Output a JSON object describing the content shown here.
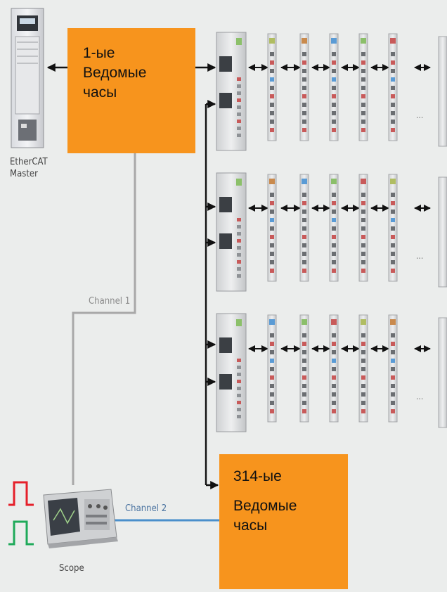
{
  "master_label_line1": "EtherCAT",
  "master_label_line2": "Master",
  "channel1_label": "Channel 1",
  "channel2_label": "Channel 2",
  "scope_label": "Scope",
  "ellipsis": "...",
  "callout_top": {
    "line1": "1-ые",
    "line2": "Ведомые",
    "line3": "часы"
  },
  "callout_bottom": {
    "line1": "314-ые",
    "line2": "Ведомые",
    "line3": "часы"
  },
  "colors": {
    "callout": "#f7941d",
    "channel1": "#a8a8a8",
    "channel2": "#4a8fcb",
    "pulse_red": "#e5202a",
    "pulse_green": "#1faa5a",
    "background": "#ebedec"
  },
  "icons": [
    "ethercat-master-pc-icon",
    "ethercat-coupler-icon",
    "io-terminal-icon",
    "oscilloscope-icon",
    "square-pulse-icon"
  ],
  "diagram": {
    "rows": 3,
    "terminals_per_row": 5
  }
}
